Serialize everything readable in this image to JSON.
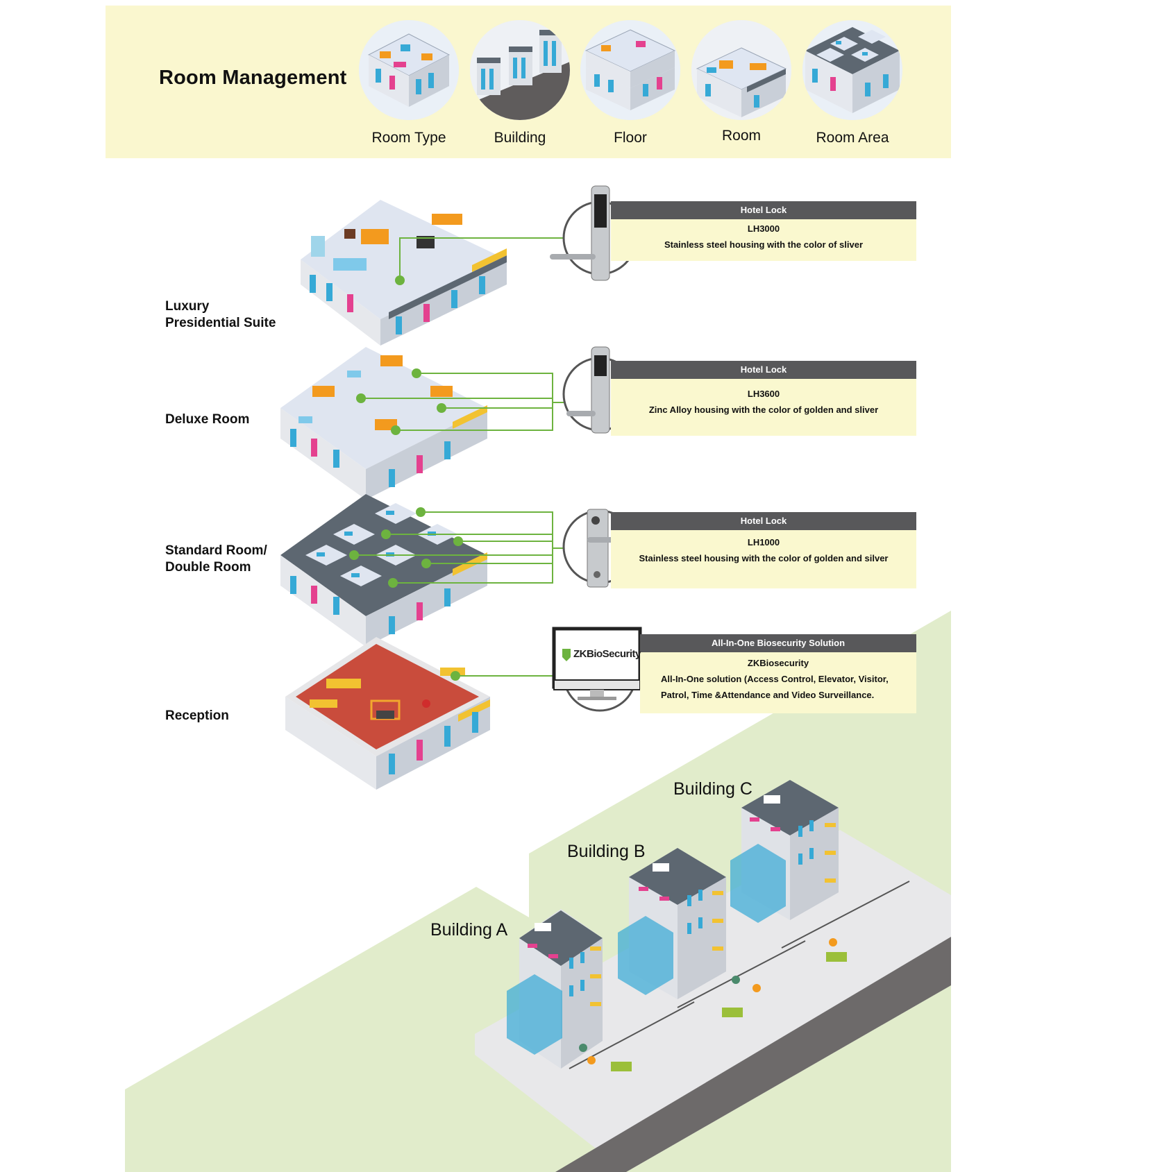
{
  "banner": {
    "title": "Room Management",
    "items": [
      {
        "label": "Room Type",
        "icon": "room-type-icon"
      },
      {
        "label": "Building",
        "icon": "building-icon"
      },
      {
        "label": "Floor",
        "icon": "floor-icon"
      },
      {
        "label": "Room",
        "icon": "room-icon"
      },
      {
        "label": "Room Area",
        "icon": "room-area-icon"
      }
    ]
  },
  "floors": [
    {
      "label_line1": "Luxury",
      "label_line2": "Presidential Suite"
    },
    {
      "label_line1": "Deluxe Room",
      "label_line2": ""
    },
    {
      "label_line1": "Standard Room/",
      "label_line2": "Double Room"
    },
    {
      "label_line1": "Reception",
      "label_line2": ""
    }
  ],
  "panels": [
    {
      "header": "Hotel Lock",
      "model": "LH3000",
      "desc_line1": "Stainless steel housing with the color of sliver",
      "desc_line2": ""
    },
    {
      "header": "Hotel Lock",
      "model": "LH3600",
      "desc_line1": "Zinc Alloy housing with the color of golden and sliver",
      "desc_line2": ""
    },
    {
      "header": "Hotel Lock",
      "model": "LH1000",
      "desc_line1": "Stainless steel housing with the color of golden and silver",
      "desc_line2": ""
    },
    {
      "header": "All-In-One Biosecurity Solution",
      "model": "ZKBiosecurity",
      "desc_line1": "All-In-One solution (Access Control, Elevator, Visitor,",
      "desc_line2": "Patrol, Time &Attendance  and Video Surveillance."
    }
  ],
  "monitor_logo": "ZKBioSecurity",
  "buildings": [
    "Building A",
    "Building B",
    "Building C"
  ],
  "colors": {
    "banner_bg": "#faf7cf",
    "panel_header": "#58585a",
    "panel_body": "#faf8cf",
    "connector_green": "#6db33f",
    "ground_green": "#e1eccb",
    "road": "#6d6a6a",
    "reception_floor": "#c94c3c",
    "glass_blue": "#36a9d6",
    "roof_gray": "#5d6771"
  }
}
